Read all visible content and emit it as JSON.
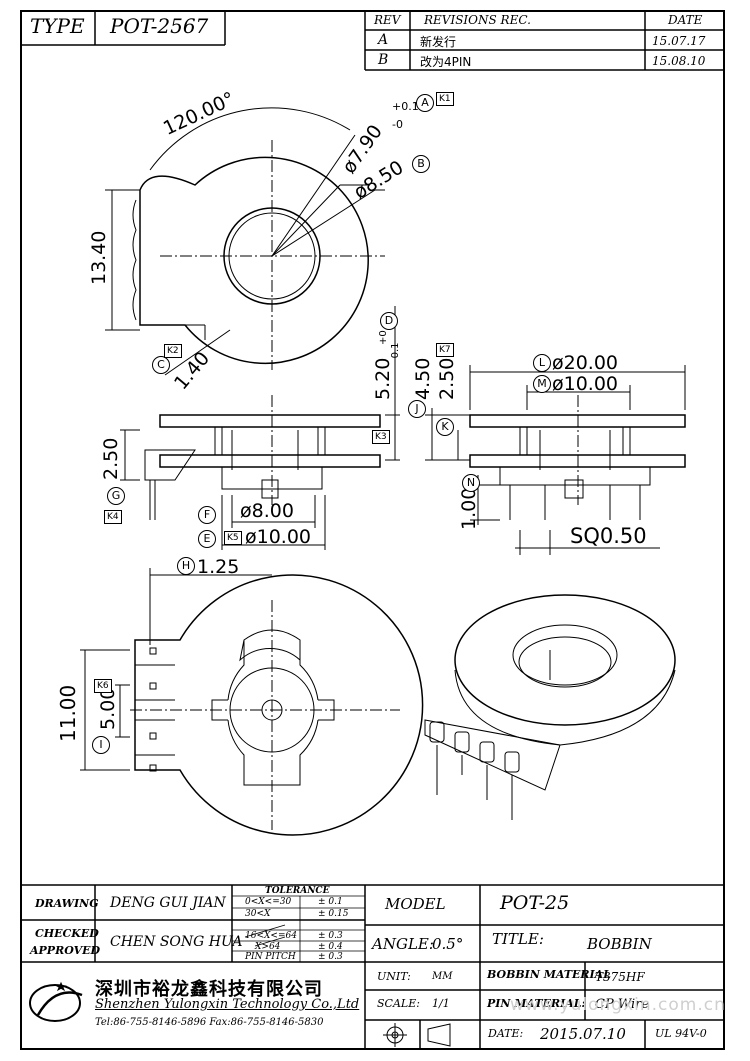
{
  "header": {
    "type_label": "TYPE",
    "type_value": "POT-2567",
    "rev_label": "REV",
    "revisions_label": "REVISIONS REC.",
    "date_label": "DATE",
    "revisions": [
      {
        "rev": "A",
        "desc": "新发行",
        "date": "15.07.17"
      },
      {
        "rev": "B",
        "desc": "改为4PIN",
        "date": "15.08.10"
      }
    ]
  },
  "drawing": {
    "angle_dim": "120.00°",
    "d_7_90": "ø7.90",
    "tol_7_90": "+0.1",
    "tol_7_90_lo": "-0",
    "d_8_50": "ø8.50",
    "dim_13_40": "13.40",
    "dim_1_40": "1.40",
    "dim_5_20": "5.20",
    "tol_5_20": "+0",
    "tol_5_20_lo": "-0.1",
    "dim_4_50": "4.50",
    "dim_2_50_r": "2.50",
    "d_20_00": "ø20.00",
    "d_10_00_r": "ø10.00",
    "dim_2_50_l": "2.50",
    "d_8_00": "ø8.00",
    "d_10_00_l": "ø10.00",
    "dim_1_00": "1.00",
    "sq_0_50": "SQ0.50",
    "dim_1_25": "1.25",
    "dim_11_00": "11.00",
    "dim_5_00": "5.00",
    "labels": {
      "A": "A",
      "B": "B",
      "C": "C",
      "D": "D",
      "E": "E",
      "F": "F",
      "G": "G",
      "H": "H",
      "I": "I",
      "J": "J",
      "K": "K",
      "L": "L",
      "M": "M",
      "N": "N"
    },
    "keys": {
      "K1": "K1",
      "K2": "K2",
      "K3": "K3",
      "K4": "K4",
      "K5": "K5",
      "K6": "K6",
      "K7": "K7"
    }
  },
  "title_block": {
    "drawing_label": "DRAWING",
    "drawing_value": "DENG GUI JIAN",
    "checked_label": "CHECKED",
    "approved_label": "APPROVED",
    "checked_value": "CHEN SONG HUA",
    "tolerance_label": "TOLERANCE",
    "tolerances": [
      {
        "range": "0<X<=30",
        "value": "± 0.1"
      },
      {
        "range": "30<X",
        "value": "± 0.15"
      },
      {
        "range": "16<X<=64",
        "value": "± 0.3"
      },
      {
        "range": "X>64",
        "value": "± 0.4"
      },
      {
        "range": "PIN PITCH",
        "value": "± 0.3"
      }
    ],
    "model_label": "MODEL",
    "model_value": "POT-25",
    "angle_label": "ANGLE:",
    "angle_value": "0.5°",
    "title_label": "TITLE:",
    "title_value": "BOBBIN",
    "unit_label": "UNIT:",
    "unit_value": "MM",
    "bobbin_material_label": "BOBBIN MATERIAL",
    "bobbin_material_value": "T375HF",
    "scale_label": "SCALE:",
    "scale_value": "1/1",
    "pin_material_label": "PIN MATERIAL:",
    "pin_material_value": "CP Wire",
    "date_label": "DATE:",
    "date_value": "2015.07.10",
    "ul_value": "UL 94V-0",
    "company_cn": "深圳市裕龙鑫科技有限公司",
    "company_en": "Shenzhen Yulongxin Technology Co.,Ltd",
    "contact": "Tel:86-755-8146-5896  Fax:86-755-8146-5830",
    "watermark": "www.yulongxin.com.cn"
  }
}
